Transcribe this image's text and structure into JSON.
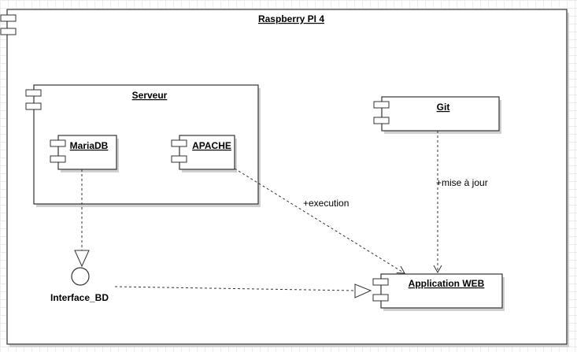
{
  "diagram": {
    "container": {
      "title": "Raspberry PI 4"
    },
    "server": {
      "title": "Serveur",
      "components": {
        "mariadb": "MariaDB",
        "apache": "APACHE"
      }
    },
    "git": {
      "title": "Git"
    },
    "application": {
      "title": "Application WEB"
    },
    "interface": {
      "label": "Interface_BD"
    },
    "edges": {
      "apache_to_app": "+execution",
      "git_to_app": "+mise à jour"
    },
    "colors": {
      "stroke": "#333333",
      "fill": "#ffffff",
      "shadow": "#d0d0d0",
      "grid": "#ececec"
    }
  }
}
